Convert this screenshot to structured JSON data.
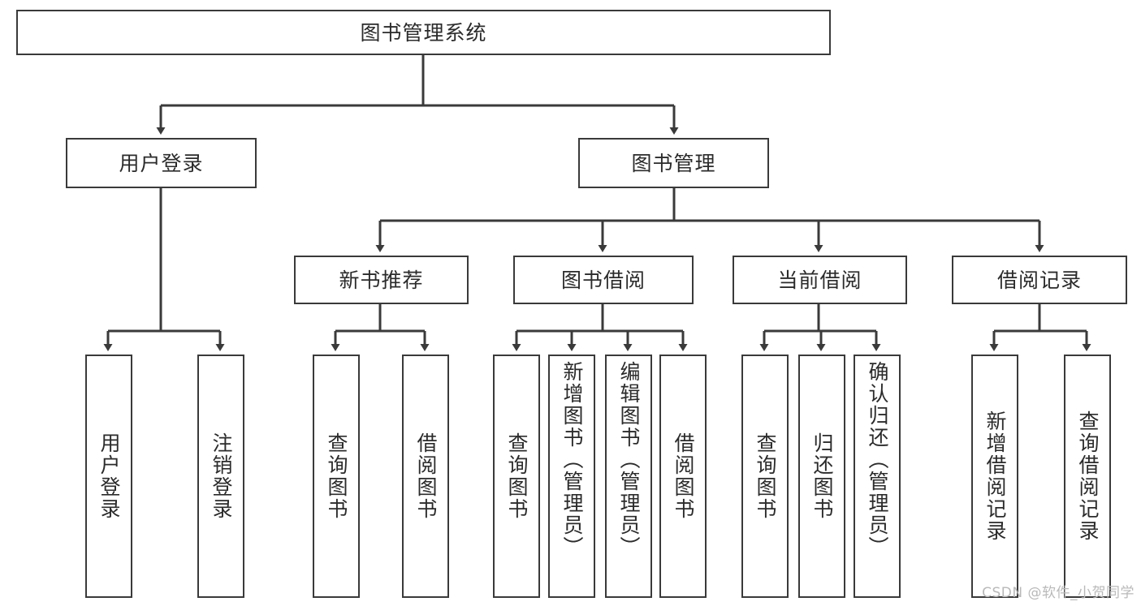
{
  "diagram": {
    "type": "tree",
    "title": "图书管理系统",
    "watermark": "CSDN @软件_小贺同学",
    "colors": {
      "border": "#3a3a3a",
      "background": "#ffffff",
      "text": "#2b2b2b",
      "connector": "#3a3a3a",
      "watermark": "#b9b9b9"
    },
    "root": {
      "label": "图书管理系统"
    },
    "level2": [
      {
        "label": "用户登录"
      },
      {
        "label": "图书管理"
      }
    ],
    "level3": [
      {
        "label": "新书推荐"
      },
      {
        "label": "图书借阅"
      },
      {
        "label": "当前借阅"
      },
      {
        "label": "借阅记录"
      }
    ],
    "leaves": {
      "user_login": [
        {
          "label": "用户登录"
        },
        {
          "label": "注销登录"
        }
      ],
      "new_book": [
        {
          "label": "查询图书"
        },
        {
          "label": "借阅图书"
        }
      ],
      "book_borrow": [
        {
          "label": "查询图书"
        },
        {
          "label": "新增图书（管理员）"
        },
        {
          "label": "编辑图书（管理员）"
        },
        {
          "label": "借阅图书"
        }
      ],
      "current_borrow": [
        {
          "label": "查询图书"
        },
        {
          "label": "归还图书"
        },
        {
          "label": "确认归还（管理员）"
        }
      ],
      "borrow_record": [
        {
          "label": "新增借阅记录"
        },
        {
          "label": "查询借阅记录"
        }
      ]
    }
  }
}
